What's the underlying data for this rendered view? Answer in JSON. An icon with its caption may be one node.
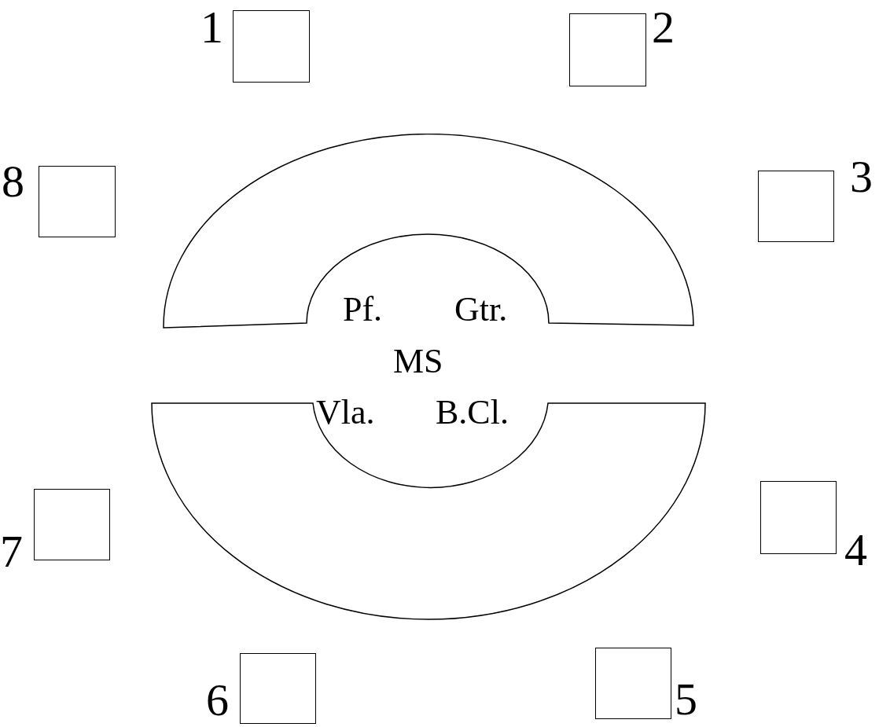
{
  "diagram": {
    "nodes": [
      {
        "text": [],
        "shape": "box",
        "beside": [
          "1"
        ]
      },
      {
        "text": [],
        "shape": "box",
        "beside": [
          "2"
        ]
      },
      {
        "text": [],
        "shape": "box",
        "beside": [
          "8"
        ]
      },
      {
        "text": [],
        "shape": "box",
        "beside": [
          "3"
        ]
      },
      {
        "text": [],
        "shape": "arch"
      },
      {
        "text": [],
        "shape": "arch"
      },
      {
        "text": [],
        "shape": "box",
        "beside": [
          "7"
        ]
      },
      {
        "text": [],
        "shape": "box",
        "beside": [
          "4"
        ]
      },
      {
        "text": [],
        "shape": "box",
        "beside": [
          "6"
        ]
      },
      {
        "text": [],
        "shape": "box",
        "beside": [
          "5"
        ]
      }
    ],
    "edges": [],
    "labels": [
      "Pf.",
      "Gtr.",
      "MS",
      "Vla.",
      "B.Cl."
    ]
  }
}
